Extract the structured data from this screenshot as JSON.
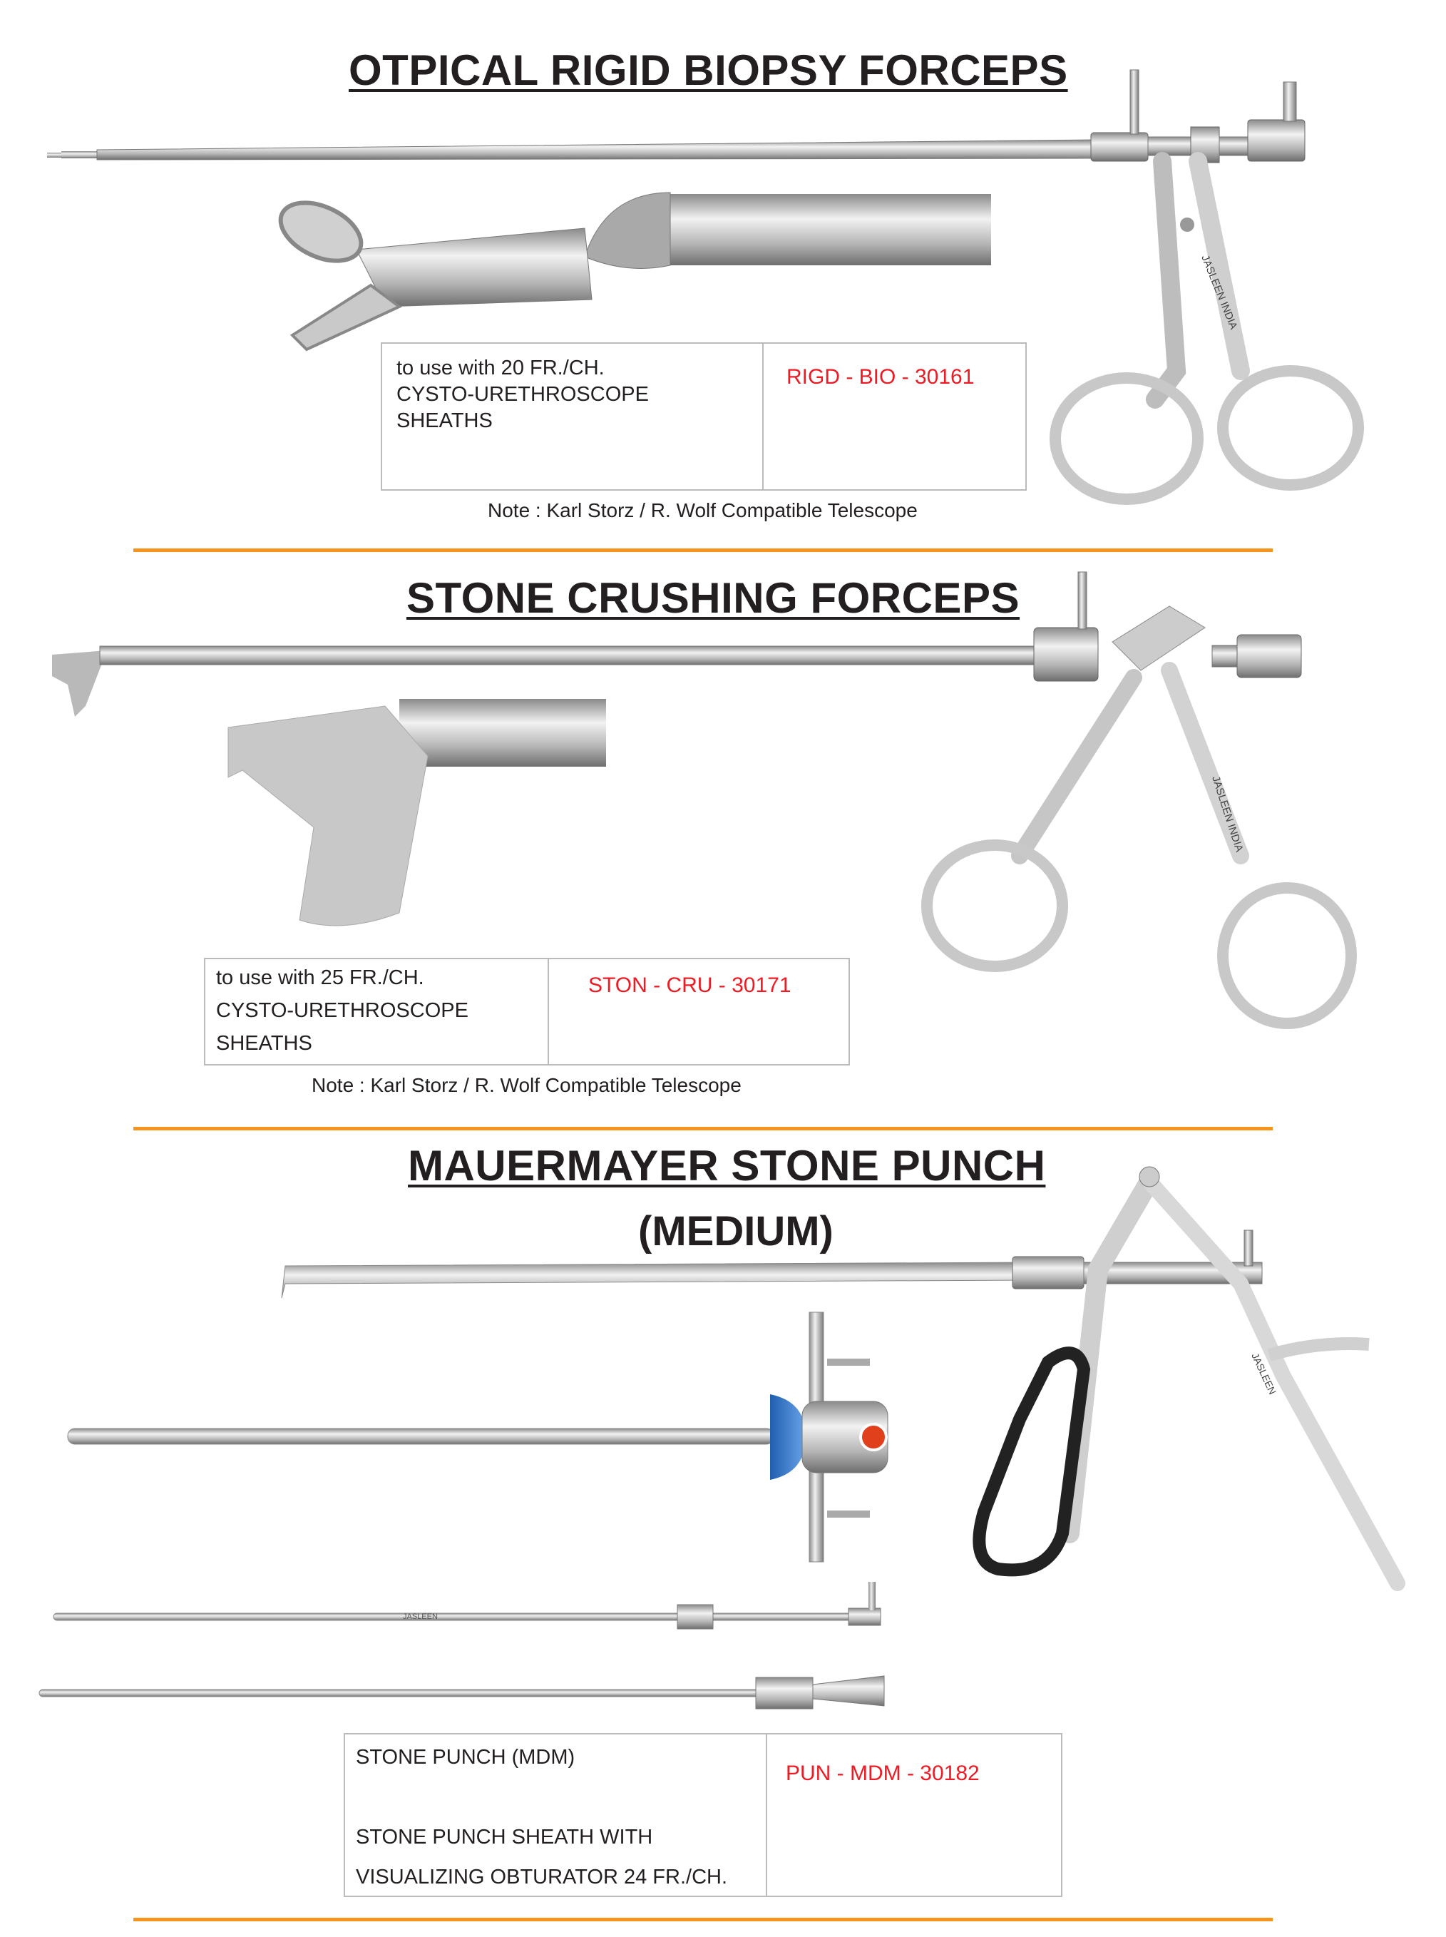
{
  "sections": [
    {
      "title": "OTPICAL RIGID BIOPSY FORCEPS",
      "description": [
        "to use with 20 FR./CH.",
        "CYSTO-URETHROSCOPE",
        "SHEATHS"
      ],
      "code": "RIGD - BIO - 30161",
      "note": "Note : Karl Storz / R. Wolf Compatible Telescope",
      "engraving": "JASLEEN INDIA"
    },
    {
      "title": "STONE CRUSHING FORCEPS",
      "description": [
        "to use with 25 FR./CH.",
        "CYSTO-URETHROSCOPE",
        "SHEATHS"
      ],
      "code": "STON - CRU - 30171",
      "note": "Note : Karl Storz / R. Wolf Compatible Telescope",
      "engraving": "JASLEEN INDIA"
    },
    {
      "title": "MAUERMAYER STONE PUNCH",
      "subtitle": "(MEDIUM)",
      "description": [
        "STONE PUNCH (MDM)",
        "STONE PUNCH SHEATH WITH",
        "VISUALIZING OBTURATOR 24 FR./CH."
      ],
      "code": "PUN - MDM - 30182",
      "engraving": "JASLEEN",
      "rod_engraving": "JASLEEN"
    }
  ],
  "colors": {
    "accent_rule": "#f7941d",
    "code_text": "#ed1c24",
    "text": "#231f20"
  }
}
